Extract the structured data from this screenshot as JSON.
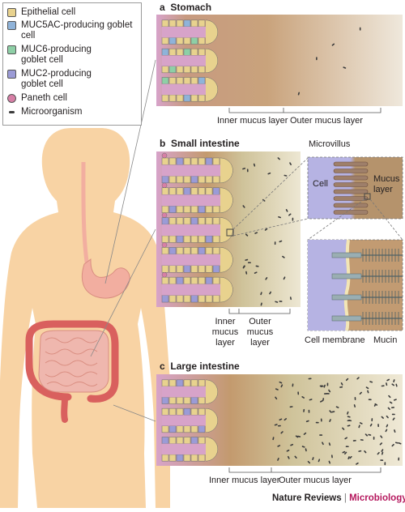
{
  "legend": {
    "items": [
      {
        "label": "Epithelial cell",
        "color": "#e8d28e",
        "icon": "epithelial-cell-swatch"
      },
      {
        "label": "MUC5AC-producing goblet cell",
        "color": "#8fb3d9",
        "icon": "muc5ac-goblet-cell-swatch"
      },
      {
        "label": "MUC6-producing goblet cell",
        "color": "#8ecfa6",
        "icon": "muc6-goblet-cell-swatch"
      },
      {
        "label": "MUC2-producing goblet cell",
        "color": "#9b9bd6",
        "icon": "muc2-goblet-cell-swatch"
      },
      {
        "label": "Paneth cell",
        "color": "#d77fa6",
        "icon": "paneth-cell-swatch"
      },
      {
        "label": "Microorganism",
        "color": "#3b3b3b",
        "icon": "microorganism-swatch"
      }
    ]
  },
  "panels": {
    "a": {
      "letter": "a",
      "title": "Stomach",
      "inner_label": "Inner mucus layer",
      "outer_label": "Outer mucus layer"
    },
    "b": {
      "letter": "b",
      "title": "Small intestine",
      "inner_label_1": "Inner",
      "inner_label_2": "mucus",
      "inner_label_3": "layer",
      "outer_label_1": "Outer",
      "outer_label_2": "mucus",
      "outer_label_3": "layer"
    },
    "c": {
      "letter": "c",
      "title": "Large intestine",
      "inner_label": "Inner mucus layer",
      "outer_label": "Outer mucus layer"
    }
  },
  "zoom": {
    "microvillus": "Microvillus",
    "cell": "Cell",
    "mucus_1": "Mucus",
    "mucus_2": "layer",
    "cell_membrane": "Cell membrane",
    "mucin": "Mucin"
  },
  "credit": {
    "journal": "Nature Reviews",
    "separator": "|",
    "section": "Microbiology"
  },
  "colors": {
    "mucosa": "#d7a3c9",
    "inner_mucus": "#c39a6e",
    "outer_mucus_stomach": "#e8e0d0",
    "outer_mucus_gut": "#cfc39a",
    "body": "#f8d3a4",
    "stomach_organ": "#f2aea0",
    "intestine": "#e78e86",
    "colon": "#d9605e",
    "credit_section": "#b5175d"
  }
}
